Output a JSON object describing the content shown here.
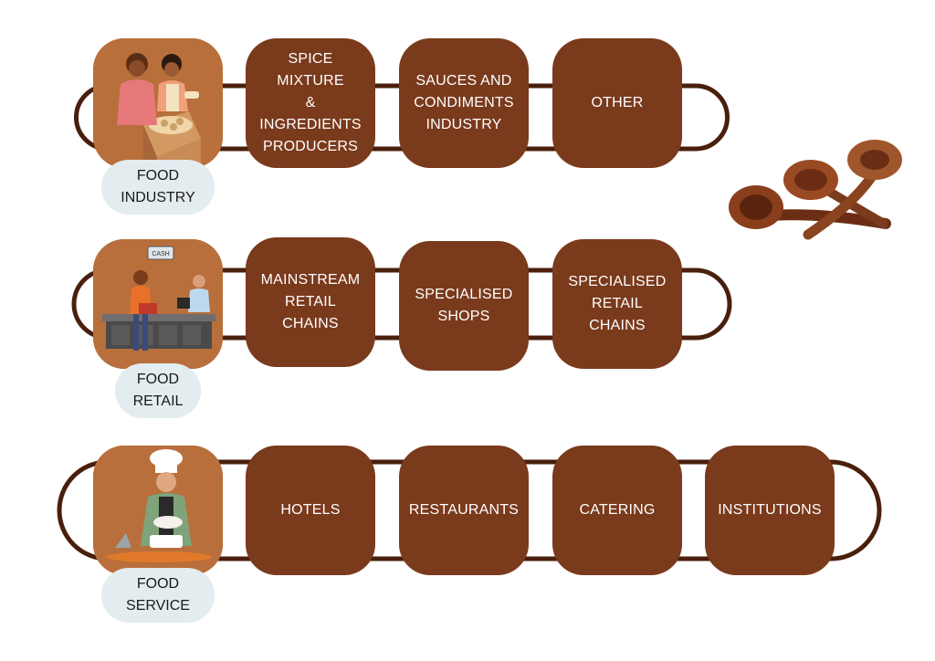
{
  "rows": [
    {
      "category": "FOOD\nINDUSTRY",
      "image": "people-packing-box-illustration",
      "items": [
        "SPICE MIXTURE\n& INGREDIENTS\nPRODUCERS",
        "SAUCES AND\nCONDIMENTS\nINDUSTRY",
        "OTHER"
      ]
    },
    {
      "category": "FOOD\nRETAIL",
      "image": "cashier-checkout-illustration",
      "image_sign": "CASH",
      "items": [
        "MAINSTREAM\nRETAIL\nCHAINS",
        "SPECIALISED\nSHOPS",
        "SPECIALISED\nRETAIL\nCHAINS"
      ]
    },
    {
      "category": "FOOD\nSERVICE",
      "image": "chef-cooking-illustration",
      "items": [
        "HOTELS",
        "RESTAURANTS",
        "CATERING",
        "INSTITUTIONS"
      ]
    }
  ],
  "decoration": "clove-spice-illustration",
  "colors": {
    "tile": "#7a3a1c",
    "photo_bg": "#b86f3b",
    "pill": "#e3ecef",
    "track": "#4a1f0c"
  }
}
